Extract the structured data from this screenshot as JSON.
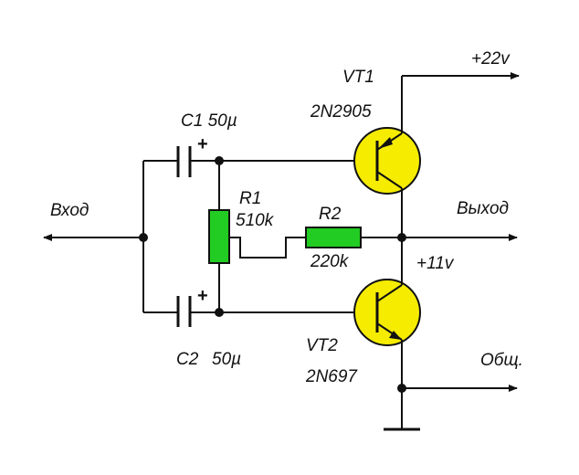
{
  "labels": {
    "input": "Вход",
    "output": "Выход",
    "common": "Общ.",
    "supply_top": "+22v",
    "supply_mid": "+11v",
    "c1": "C1 50µ",
    "c2_name": "C2",
    "c2_value": "50µ",
    "r1_name": "R1",
    "r1_value": "510k",
    "r2_name": "R2",
    "r2_value": "220k",
    "vt1_name": "VT1",
    "vt1_part": "2N2905",
    "vt2_name": "VT2",
    "vt2_part": "2N697",
    "c1_polarity": "+",
    "c2_polarity": "+"
  },
  "colors": {
    "transistor_body": "#f5ec00",
    "resistor_body": "#22cc22",
    "wire": "#111111"
  }
}
